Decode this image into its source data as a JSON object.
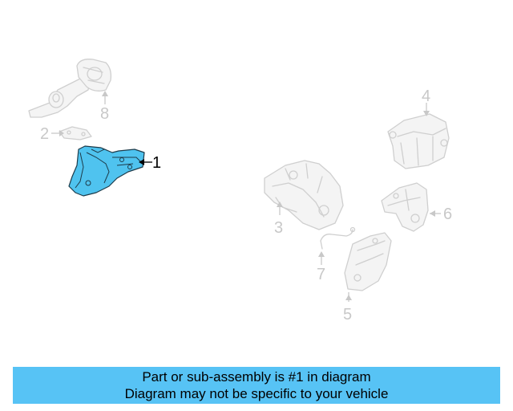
{
  "callouts": {
    "c1": "1",
    "c2": "2",
    "c3": "3",
    "c4": "4",
    "c5": "5",
    "c6": "6",
    "c7": "7",
    "c8": "8"
  },
  "banner": {
    "line1": "Part or sub-assembly is #1 in diagram",
    "line2": "Diagram may not be specific to your vehicle"
  },
  "colors": {
    "highlight_part": "#4fc3ef",
    "banner_bg": "#57c3f5",
    "ghost_part": "#cfcfcf"
  }
}
